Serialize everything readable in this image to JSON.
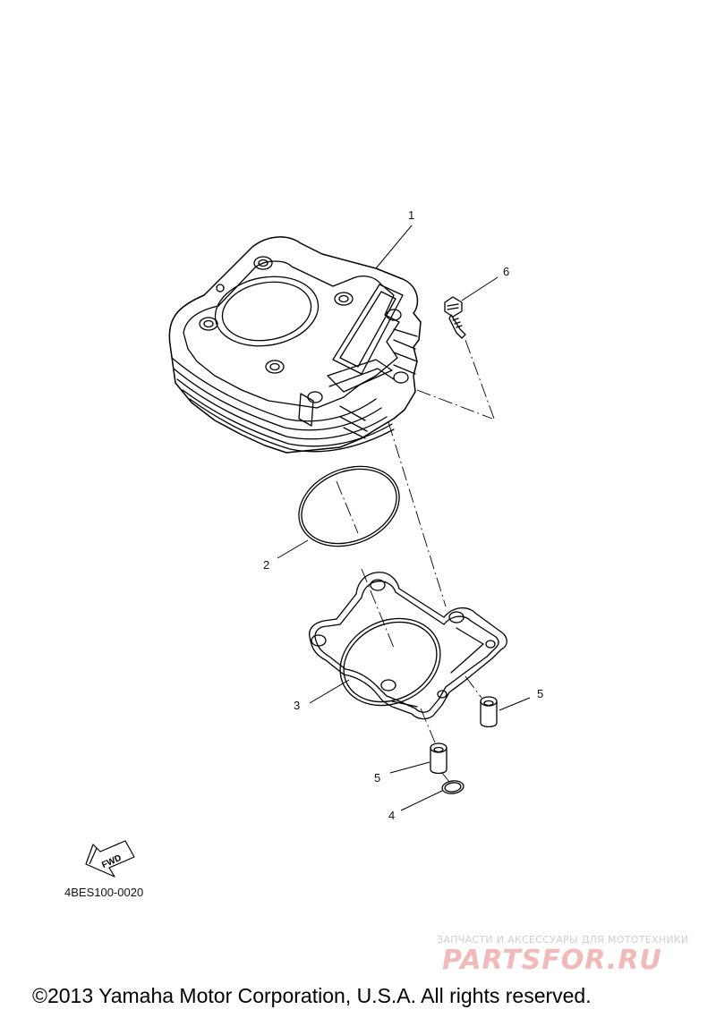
{
  "callouts": [
    "1",
    "2",
    "3",
    "4",
    "5",
    "5",
    "6"
  ],
  "fwd_label": "FWD",
  "diagram_code": "4BES100-0020",
  "watermark": {
    "tagline": "ЗАПЧАСТИ И АКСЕССУАРЫ ДЛЯ МОТОТЕХНИКИ",
    "logo": "PARTSFOR.RU"
  },
  "copyright": "©2013 Yamaha Motor Corporation, U.S.A. All rights reserved.",
  "colors": {
    "line": "#000000",
    "watermark_logo": "#f2b9b9",
    "watermark_text": "#cfcfcf"
  }
}
